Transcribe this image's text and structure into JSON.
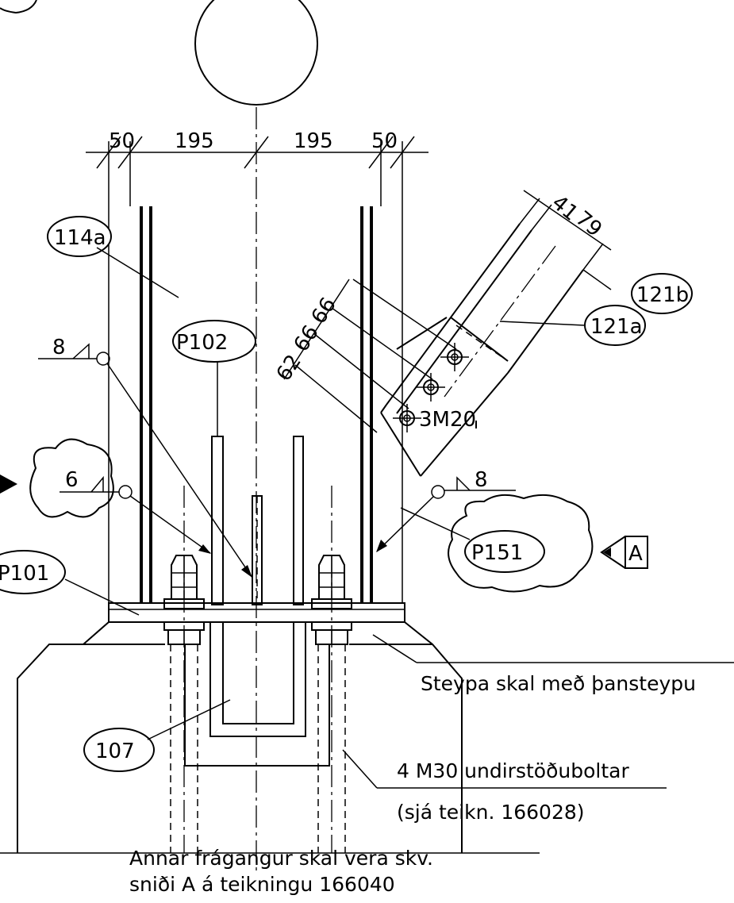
{
  "dimensions": {
    "top": [
      "50",
      "195",
      "195",
      "50"
    ],
    "splice_pitch": [
      "62",
      "66",
      "66"
    ],
    "brace_top": [
      "41",
      "79"
    ]
  },
  "tags": {
    "column": "114a",
    "plate_p102": "P102",
    "brace_plate": "121a",
    "brace": "121b",
    "stiffener_p151": "P151",
    "base_plate": "P101",
    "pocket": "107"
  },
  "welds": {
    "left_upper": "8",
    "left_lower": "6",
    "right": "8"
  },
  "bolts_label": "3M20",
  "section_marker": "A",
  "notes": {
    "grout": "Steypa skal með þansteypu",
    "anchor_line1": "4 M30 undirstöðuboltar",
    "anchor_line2": "(sjá teikn. 166028)",
    "footer_line1": "Annar frágangur skal vera skv.",
    "footer_line2": "sniði A á teikningu 166040"
  }
}
